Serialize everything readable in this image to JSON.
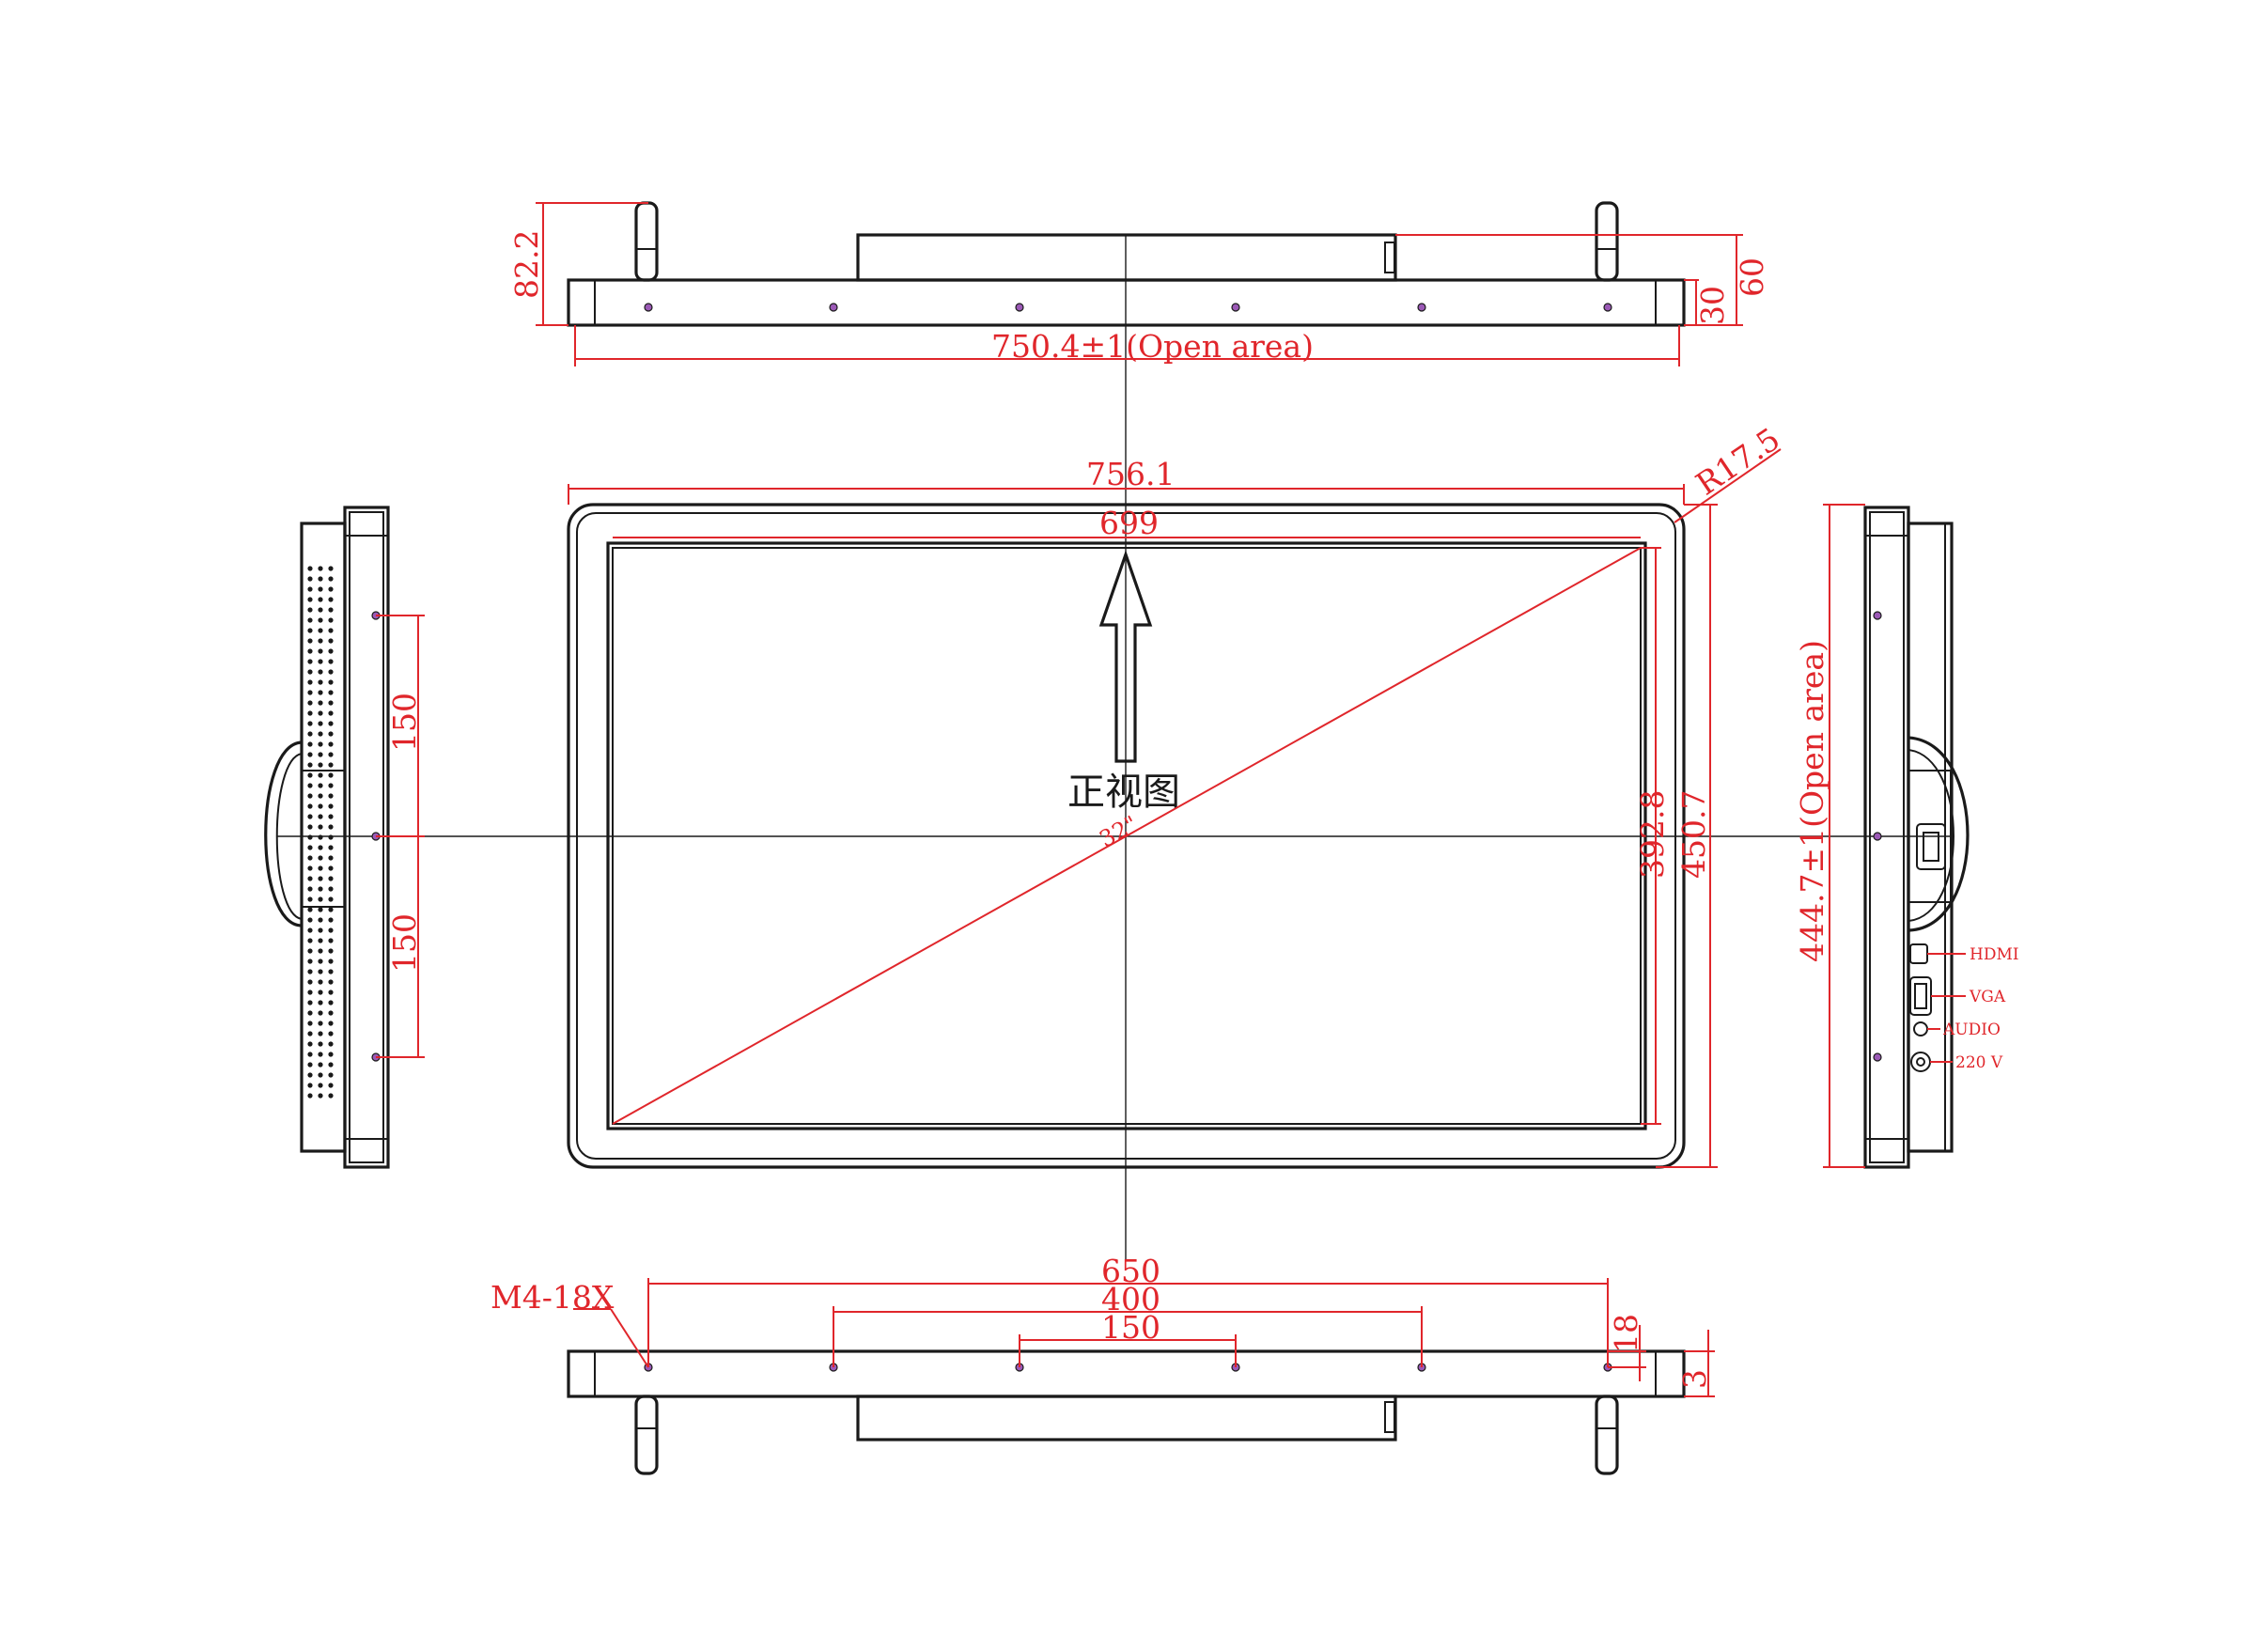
{
  "caption": "正视图",
  "dimensions": {
    "top_height": "82.2",
    "open_width": "750.4±1(Open area)",
    "depth_30": "30",
    "depth_60": "60",
    "overall_width": "756.1",
    "corner_radius": "R17.5",
    "active_width": "699",
    "active_height": "392.8",
    "overall_height": "450.7",
    "open_height": "444.7±1(Open area)",
    "side_pitch_upper": "150",
    "side_pitch_lower": "150",
    "vesa_650": "650",
    "vesa_400": "400",
    "vesa_150": "150",
    "screw": "M4-18X",
    "bottom_18": "18",
    "bottom_3": "3",
    "diagonal": "32\""
  },
  "ports": [
    "HDMI",
    "VGA",
    "AUDIO",
    "220 V"
  ],
  "colors": {
    "outline": "#1a1a1a",
    "dimension": "#e0262b",
    "screw_hole": "#9b59b6"
  }
}
